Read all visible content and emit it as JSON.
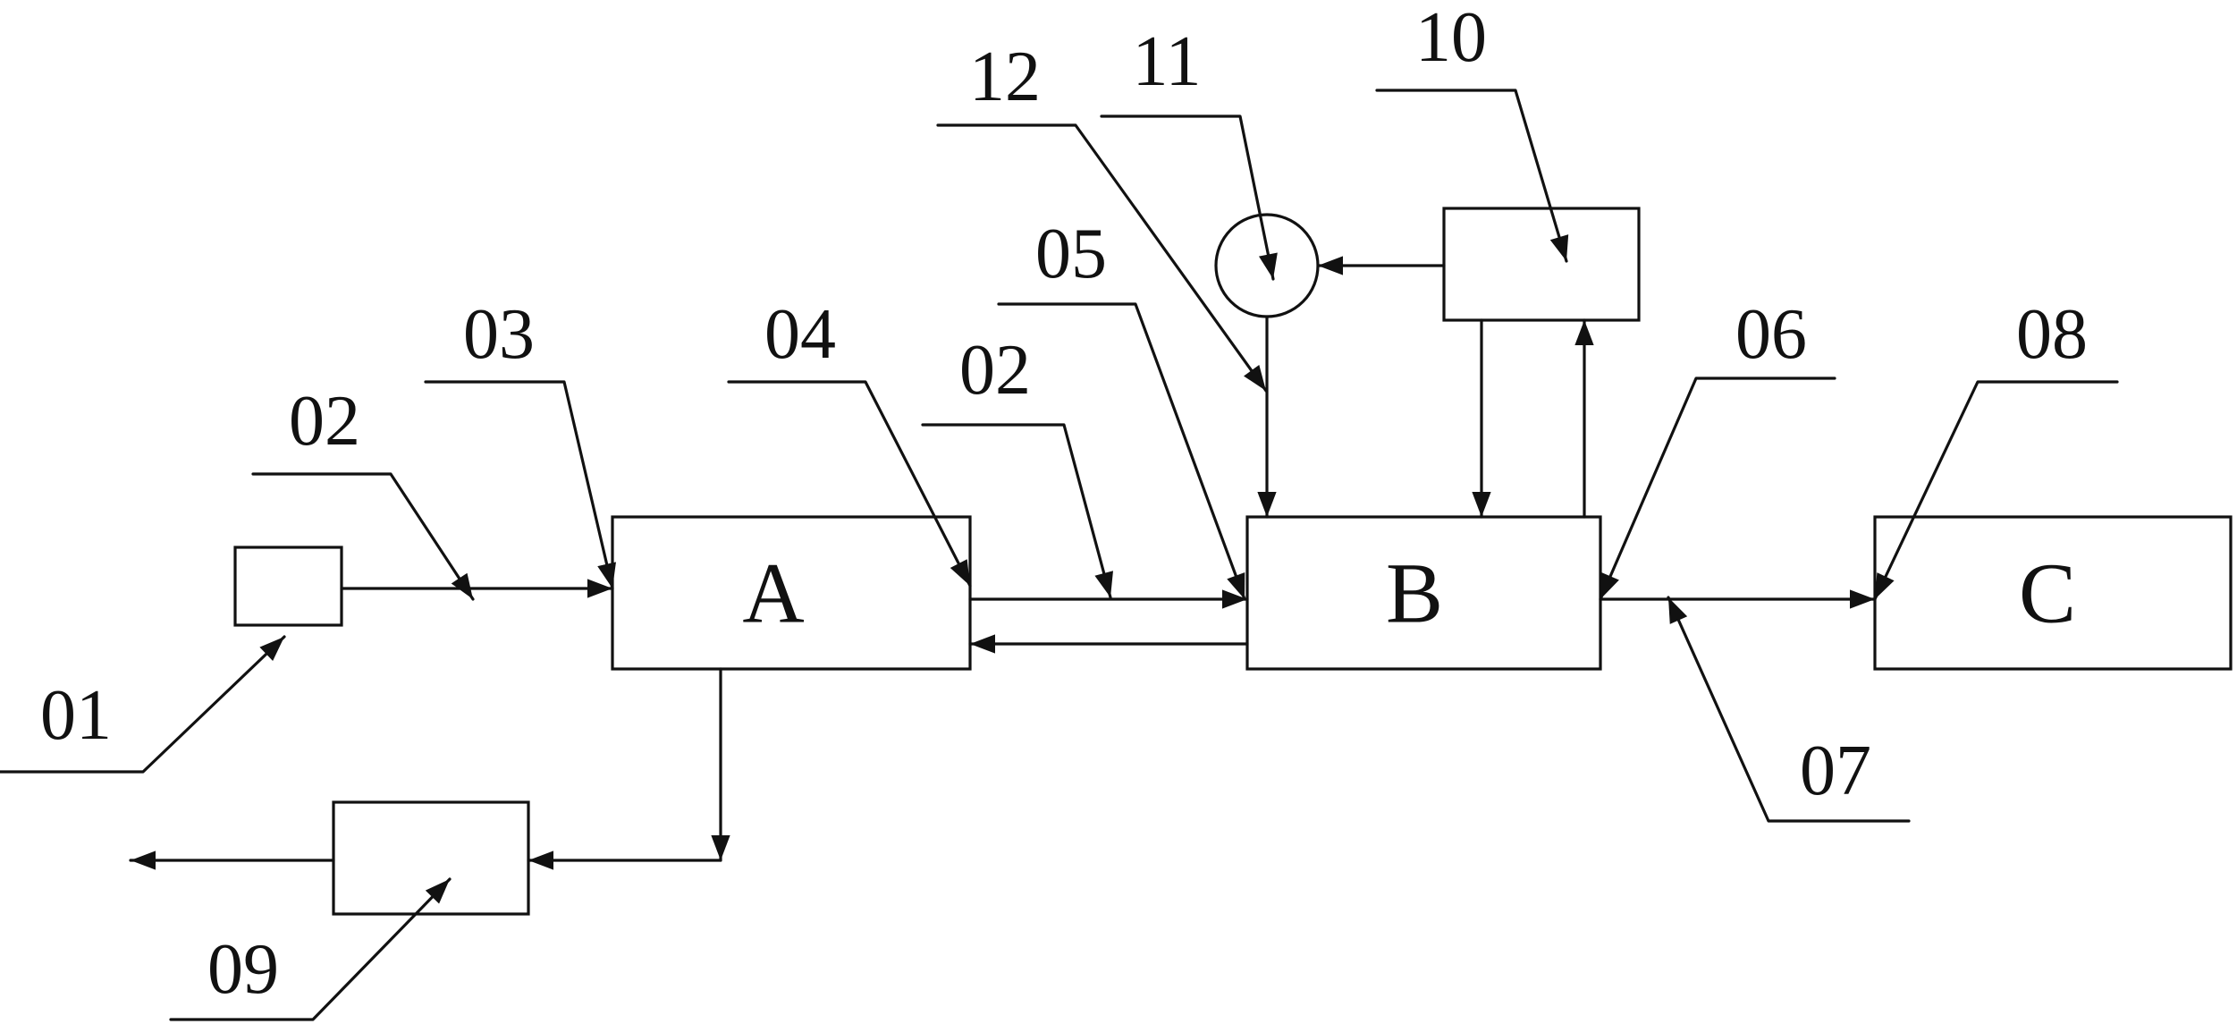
{
  "blocks": {
    "A": {
      "label": "A"
    },
    "B": {
      "label": "B"
    },
    "C": {
      "label": "C"
    }
  },
  "labels": {
    "ref_01": "01",
    "ref_02_left": "02",
    "ref_03": "03",
    "ref_04": "04",
    "ref_02_mid": "02",
    "ref_05": "05",
    "ref_12": "12",
    "ref_11": "11",
    "ref_10": "10",
    "ref_06": "06",
    "ref_08": "08",
    "ref_07": "07",
    "ref_09": "09"
  }
}
